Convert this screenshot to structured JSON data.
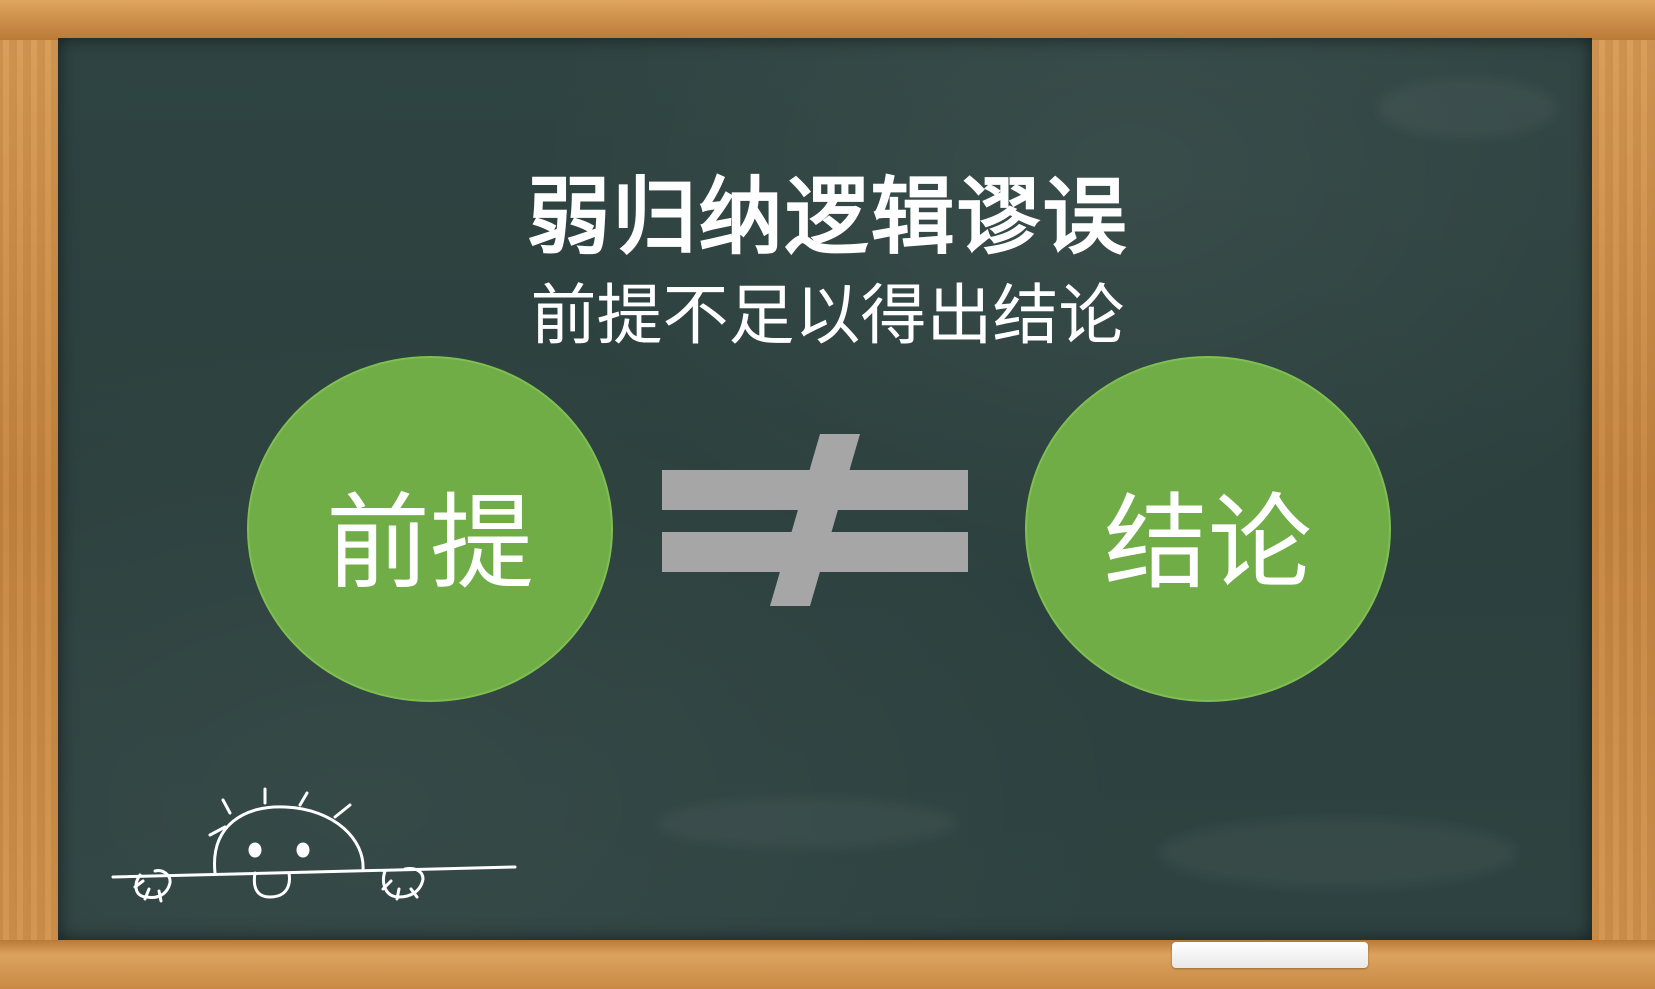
{
  "title": "弱归纳逻辑谬误",
  "subtitle": "前提不足以得出结论",
  "left_circle": {
    "label": "前提",
    "color": "#70ad47"
  },
  "right_circle": {
    "label": "结论",
    "color": "#70ad47"
  },
  "relation_symbol": {
    "icon": "not-equal-icon",
    "color": "#a6a6a6"
  },
  "colors": {
    "board": "#2f4442",
    "frame": "#c98a45",
    "text": "#ffffff"
  }
}
